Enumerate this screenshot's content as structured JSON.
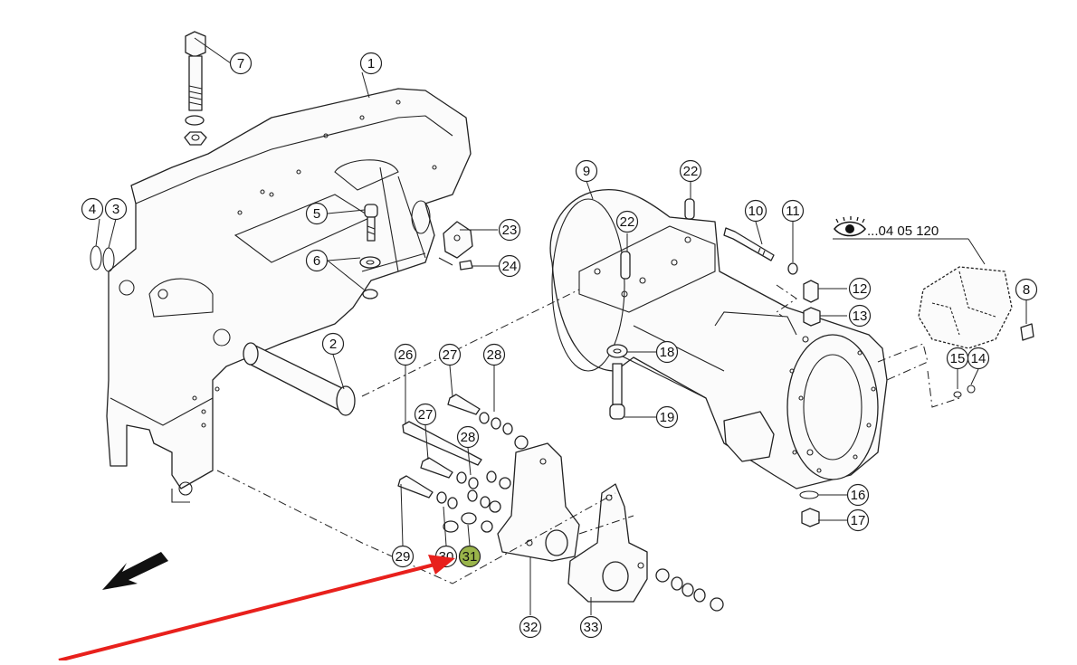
{
  "diagram": {
    "callouts": [
      {
        "num": "1"
      },
      {
        "num": "2"
      },
      {
        "num": "3"
      },
      {
        "num": "4"
      },
      {
        "num": "5"
      },
      {
        "num": "6"
      },
      {
        "num": "7"
      },
      {
        "num": "8"
      },
      {
        "num": "9"
      },
      {
        "num": "10"
      },
      {
        "num": "11"
      },
      {
        "num": "12"
      },
      {
        "num": "13"
      },
      {
        "num": "14"
      },
      {
        "num": "15"
      },
      {
        "num": "16"
      },
      {
        "num": "17"
      },
      {
        "num": "18"
      },
      {
        "num": "19"
      },
      {
        "num": "22"
      },
      {
        "num": "22"
      },
      {
        "num": "23"
      },
      {
        "num": "24"
      },
      {
        "num": "26"
      },
      {
        "num": "27"
      },
      {
        "num": "27"
      },
      {
        "num": "28"
      },
      {
        "num": "28"
      },
      {
        "num": "29"
      },
      {
        "num": "30"
      },
      {
        "num": "31",
        "highlighted": true
      },
      {
        "num": "32"
      },
      {
        "num": "33"
      }
    ],
    "reference_note": "...04 05 120",
    "reference_icon": "eye-icon",
    "highlight_color": "#9ab54a",
    "arrow_color": "#e8201c",
    "direction_arrow_icon": "front-direction-arrow-icon"
  }
}
